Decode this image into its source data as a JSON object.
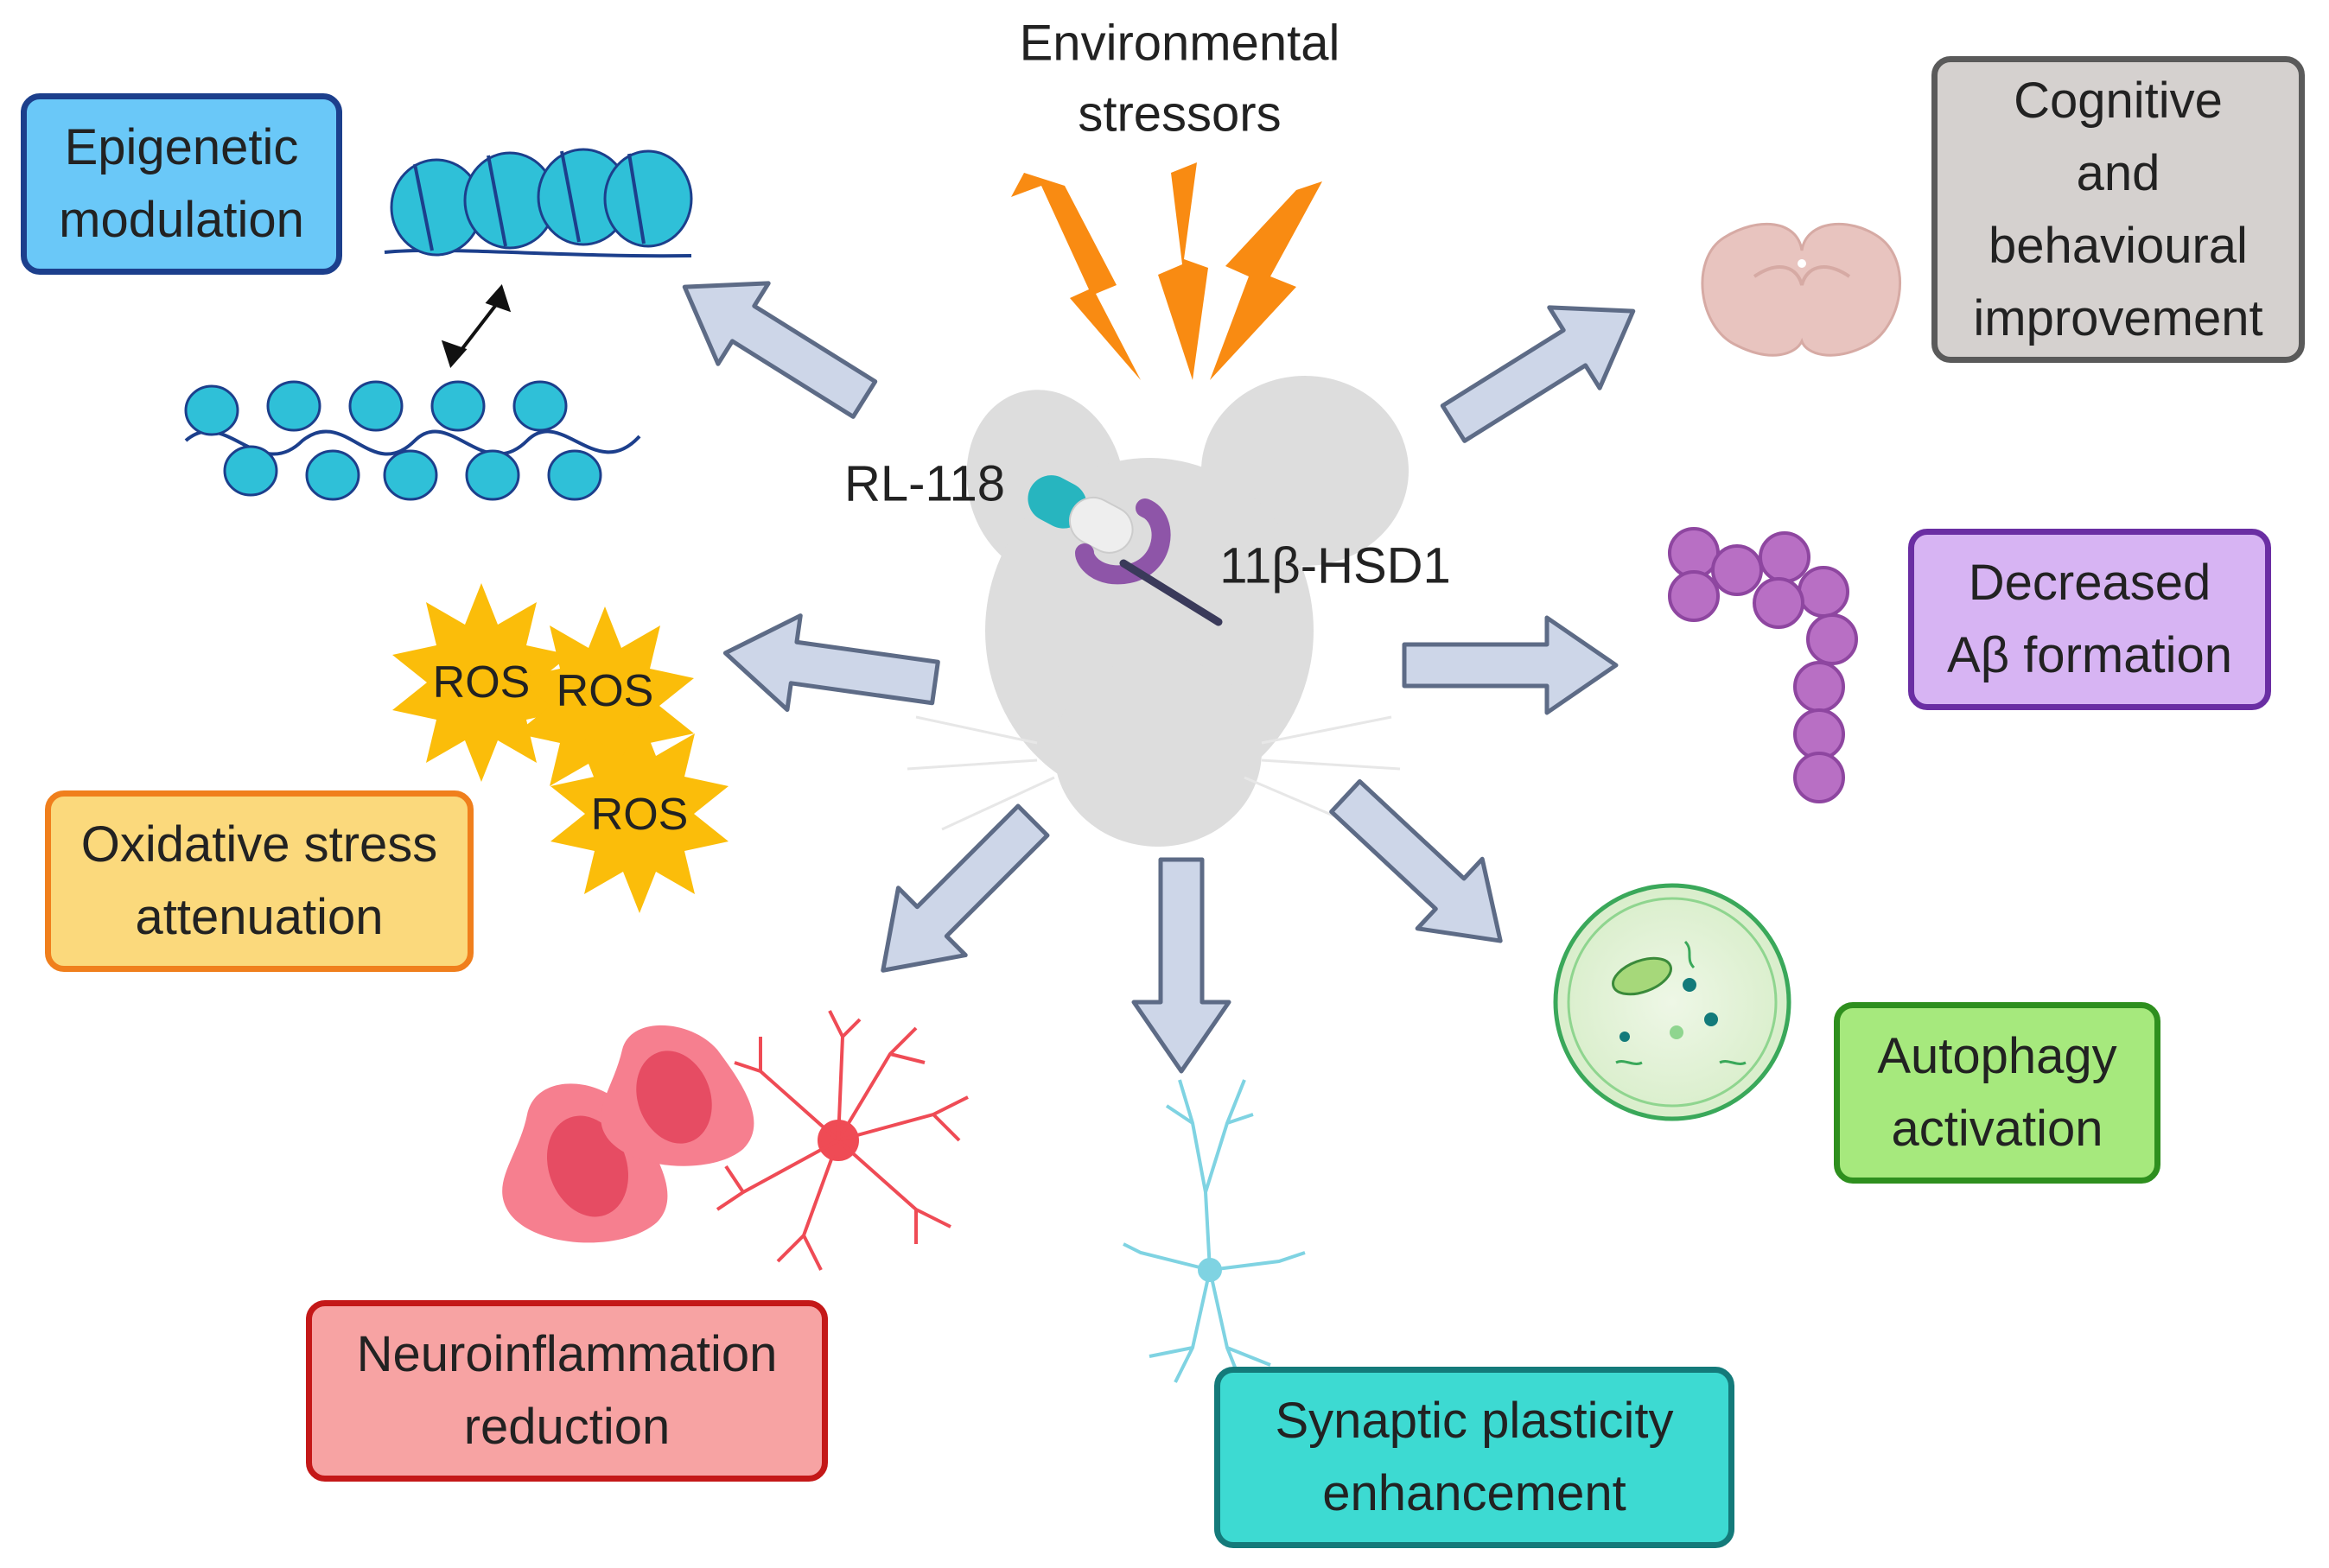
{
  "center": {
    "stressors_line1": "Environmental",
    "stressors_line2": "stressors",
    "drug_label": "RL-118",
    "target_label": "11β-HSD1"
  },
  "boxes": {
    "epigenetic": {
      "line1": "Epigenetic",
      "line2": "modulation",
      "fill": "#6ac8f8",
      "border": "#1c3f8c"
    },
    "cognitive": {
      "line1": "Cognitive",
      "line2": "and",
      "line3": "behavioural",
      "line4": "improvement",
      "fill": "#d5d1cf",
      "border": "#5a5a5a"
    },
    "decreased": {
      "line1": "Decreased",
      "line2": "Aβ formation",
      "fill": "#d7b4f3",
      "border": "#6a2ea3"
    },
    "oxidative": {
      "line1": "Oxidative stress",
      "line2": "attenuation",
      "fill": "#fbd97c",
      "border": "#f07f1c"
    },
    "autophagy": {
      "line1": "Autophagy",
      "line2": "activation",
      "fill": "#a6e97d",
      "border": "#2e8f1e"
    },
    "neuroinflammation": {
      "line1": "Neuroinflammation",
      "line2": "reduction",
      "fill": "#f7a3a3",
      "border": "#c41818"
    },
    "synaptic": {
      "line1": "Synaptic plasticity",
      "line2": "enhancement",
      "fill": "#3ddad2",
      "border": "#147a7a"
    }
  },
  "ros_labels": [
    "ROS",
    "ROS",
    "ROS"
  ],
  "colors": {
    "arrow_fill": "#cdd6e8",
    "arrow_stroke": "#5d6b86",
    "lightning": "#f98b12",
    "mouse": "#dddddd",
    "ros_star": "#fbbd0a",
    "nucleosome": "#2fc0d8",
    "beads": "#b86fc4",
    "brain": "#e8c4bf",
    "neuron_red": "#ef4b55",
    "neuron_blue": "#7fd3e2"
  }
}
